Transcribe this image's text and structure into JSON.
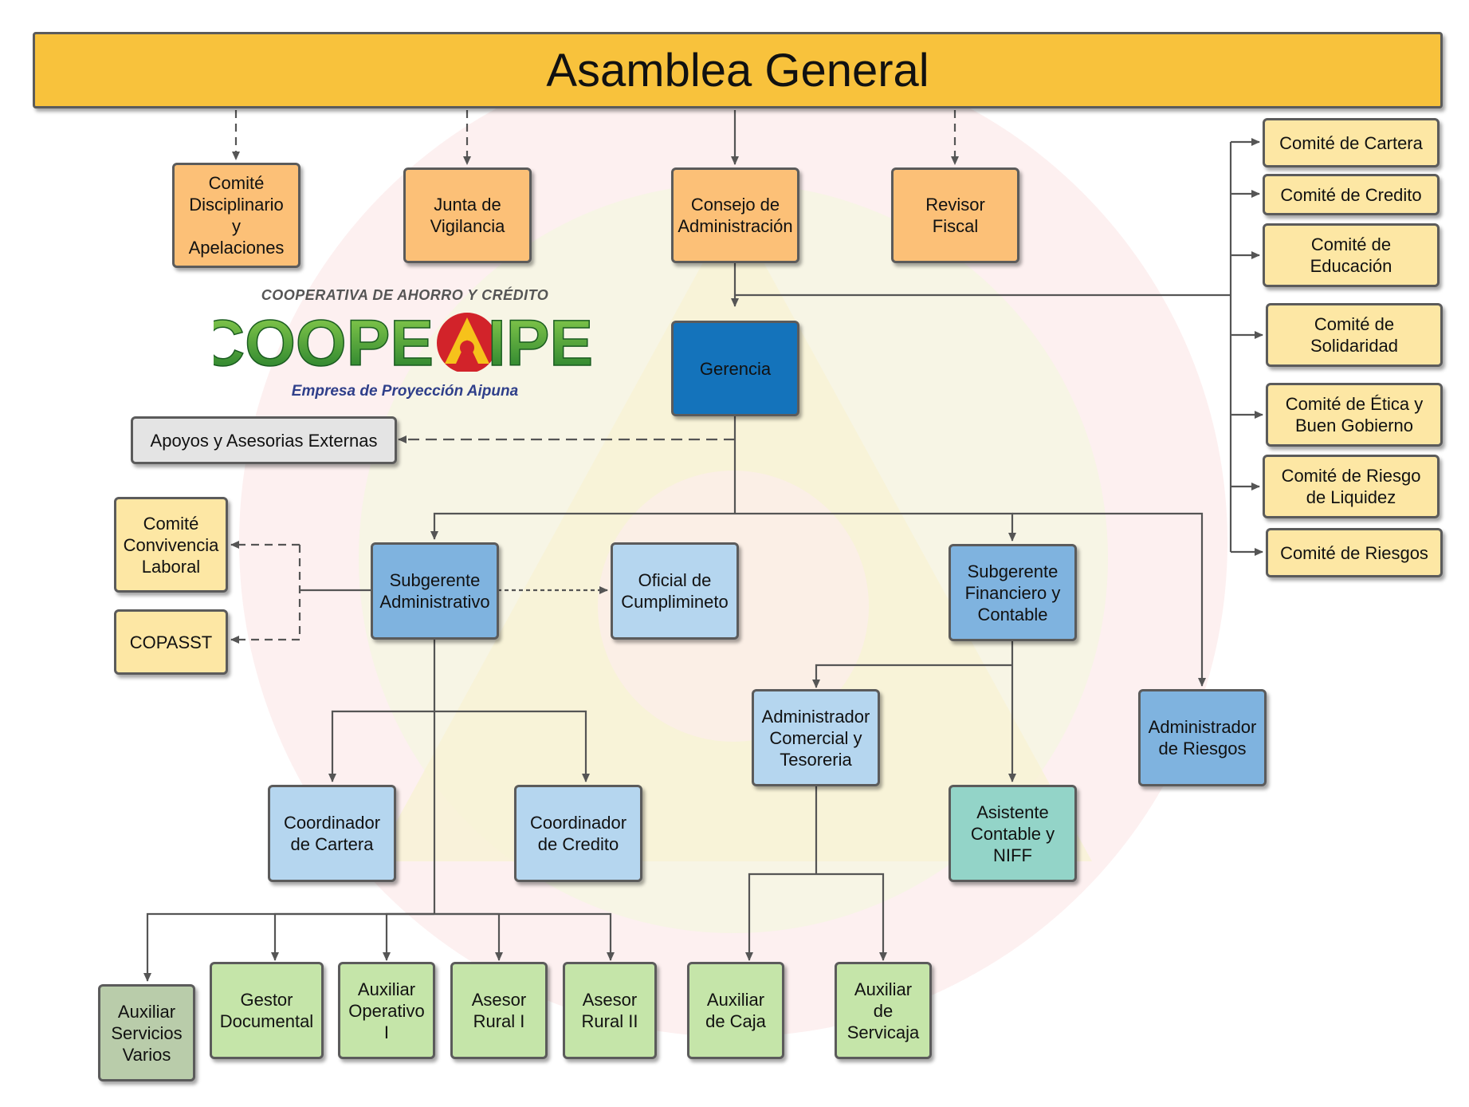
{
  "title": "Asamblea General",
  "logo": {
    "top_text": "COOPERATIVA DE AHORRO Y CRÉDITO",
    "left_word": "COOPE",
    "right_word": "IPE",
    "tagline": "Empresa de Proyección Aipuna"
  },
  "boxes": {
    "comite_disciplinario": "Comité\nDisciplinario\ny\nApelaciones",
    "junta_vigilancia": "Junta de\nVigilancia",
    "consejo_administracion": "Consejo de\nAdministración",
    "revisor_fiscal": "Revisor\nFiscal",
    "comite_cartera": "Comité de Cartera",
    "comite_credito": "Comité de Credito",
    "comite_educacion": "Comité de\nEducación",
    "comite_solidaridad": "Comité de\nSolidaridad",
    "comite_etica": "Comité de Ética y\nBuen Gobierno",
    "comite_riesgo_liquidez": "Comité de Riesgo\nde Liquidez",
    "comite_riesgos": "Comité de Riesgos",
    "gerencia": "Gerencia",
    "apoyos": "Apoyos y Asesorias Externas",
    "comite_convivencia": "Comité\nConvivencia\nLaboral",
    "copasst": "COPASST",
    "subgerente_admin": "Subgerente\nAdministrativo",
    "oficial_cumplimiento": "Oficial de\nCumplimineto",
    "subgerente_financiero": "Subgerente\nFinanciero y\nContable",
    "admin_comercial": "Administrador\nComercial y\nTesoreria",
    "admin_riesgos": "Administrador\nde Riesgos",
    "coord_cartera": "Coordinador\nde Cartera",
    "coord_credito": "Coordinador\nde Credito",
    "asistente_contable": "Asistente\nContable y\nNIFF",
    "aux_servicios": "Auxiliar\nServicios\nVarios",
    "gestor_documental": "Gestor\nDocumental",
    "aux_operativo": "Auxiliar\nOperativo\nI",
    "asesor_rural_1": "Asesor\nRural I",
    "asesor_rural_2": "Asesor\nRural II",
    "aux_caja": "Auxiliar\nde Caja",
    "aux_servicaja": "Auxiliar\nde\nServicaja"
  },
  "colors": {
    "title_bar": "#f8c23c",
    "orange": "#fcc077",
    "yellow": "#fde7a4",
    "blue_dark": "#1473bb",
    "blue_mid": "#7fb3df",
    "blue_light": "#b5d6ef",
    "teal": "#93d4c8",
    "green": "#c5e5a9",
    "gray_green": "#b9ccaa",
    "gray": "#e4e4e4",
    "logo_green": "#3b9a2c",
    "logo_red": "#d2232a",
    "logo_yellow": "#f6c21b"
  }
}
